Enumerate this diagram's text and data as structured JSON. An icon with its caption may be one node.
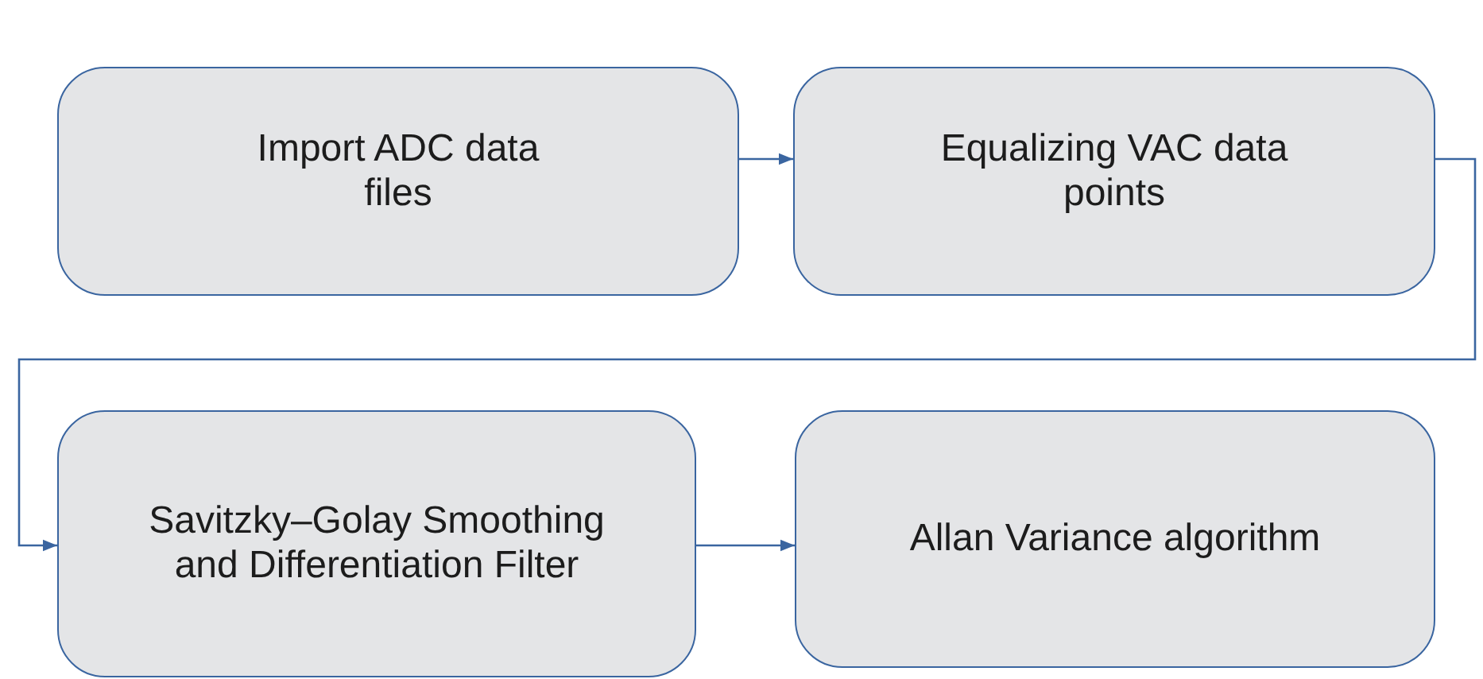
{
  "diagram": {
    "nodes": [
      {
        "text": [
          "Import ADC data files"
        ]
      },
      {
        "text": [
          "Equalizing VAC data points"
        ]
      },
      {
        "text": [
          "Savitzky–Golay Smoothing and Differentiation Filter"
        ]
      },
      {
        "text": [
          "Allan Variance algorithm"
        ]
      }
    ],
    "edges": [
      {
        "from": 0,
        "to": 1,
        "arrow": "to"
      },
      {
        "from": 1,
        "to": 2,
        "arrow": "to"
      },
      {
        "from": 2,
        "to": 3,
        "arrow": "to"
      }
    ]
  }
}
